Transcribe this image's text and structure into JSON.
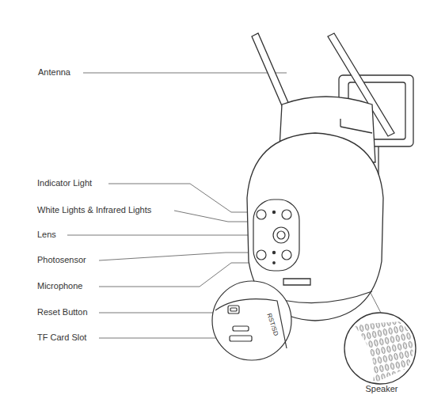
{
  "diagram": {
    "labels": [
      "Antenna",
      "Indicator Light",
      "White Lights & Infrared Lights",
      "Lens",
      "Photosensor",
      "Microphone",
      "Reset Button",
      "TF Card Slot",
      "RST/SD",
      "Speaker"
    ]
  }
}
